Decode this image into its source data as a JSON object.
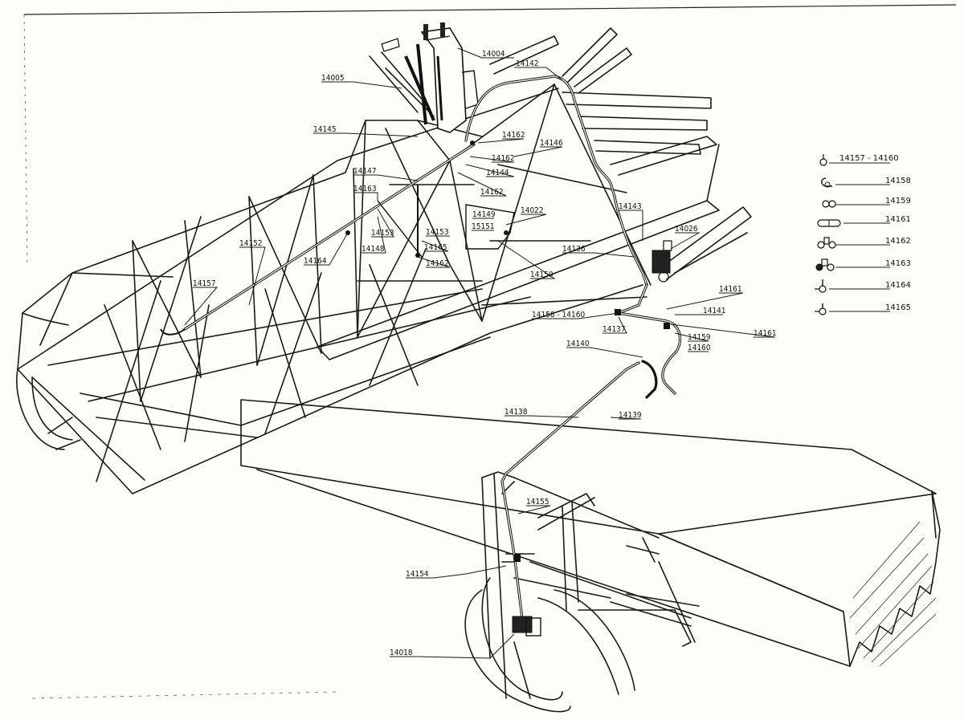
{
  "callouts": [
    {
      "id": "c-14004",
      "text": "14004"
    },
    {
      "id": "c-14142",
      "text": "14142"
    },
    {
      "id": "c-14005",
      "text": "14005"
    },
    {
      "id": "c-14145",
      "text": "14145"
    },
    {
      "id": "c-14162a",
      "text": "14162"
    },
    {
      "id": "c-14146",
      "text": "14146"
    },
    {
      "id": "c-14162b",
      "text": "14162"
    },
    {
      "id": "c-14147",
      "text": "14147"
    },
    {
      "id": "c-14144",
      "text": "14144"
    },
    {
      "id": "c-14163a",
      "text": "14163"
    },
    {
      "id": "c-14162c",
      "text": "14162"
    },
    {
      "id": "c-14022",
      "text": "14022"
    },
    {
      "id": "c-14149",
      "text": "14149"
    },
    {
      "id": "c-15151",
      "text": "15151"
    },
    {
      "id": "c-14153a",
      "text": "14153"
    },
    {
      "id": "c-14153b",
      "text": "14153"
    },
    {
      "id": "c-14143",
      "text": "14143"
    },
    {
      "id": "c-14026",
      "text": "14026"
    },
    {
      "id": "c-14152",
      "text": "14152"
    },
    {
      "id": "c-14148",
      "text": "14148"
    },
    {
      "id": "c-14165",
      "text": "14165"
    },
    {
      "id": "c-14136",
      "text": "14136"
    },
    {
      "id": "c-14164",
      "text": "14164"
    },
    {
      "id": "c-14162d",
      "text": "14162"
    },
    {
      "id": "c-14150",
      "text": "14150"
    },
    {
      "id": "c-14157",
      "text": "14157"
    },
    {
      "id": "c-14161a",
      "text": "14161"
    },
    {
      "id": "c-14141",
      "text": "14141"
    },
    {
      "id": "c-14158-14160",
      "text": "14158 - 14160"
    },
    {
      "id": "c-14161b",
      "text": "14161"
    },
    {
      "id": "c-14137",
      "text": "14137"
    },
    {
      "id": "c-14159",
      "text": "14159"
    },
    {
      "id": "c-14140",
      "text": "14140"
    },
    {
      "id": "c-14160",
      "text": "14160"
    },
    {
      "id": "c-14138",
      "text": "14138"
    },
    {
      "id": "c-14139",
      "text": "14139"
    },
    {
      "id": "c-14155",
      "text": "14155"
    },
    {
      "id": "c-14154",
      "text": "14154"
    },
    {
      "id": "c-14018",
      "text": "14018"
    }
  ],
  "legend": [
    {
      "text": "14157 - 14160",
      "icon": "tee-fitting-icon"
    },
    {
      "text": "14158",
      "icon": "elbow-fitting-icon"
    },
    {
      "text": "14159",
      "icon": "union-fitting-icon"
    },
    {
      "text": "14161",
      "icon": "sleeve-fitting-icon"
    },
    {
      "text": "14162",
      "icon": "cross-fitting-icon"
    },
    {
      "text": "14163",
      "icon": "double-tee-fitting-icon"
    },
    {
      "text": "14164",
      "icon": "branch-fitting-icon"
    },
    {
      "text": "14165",
      "icon": "end-fitting-icon"
    }
  ]
}
